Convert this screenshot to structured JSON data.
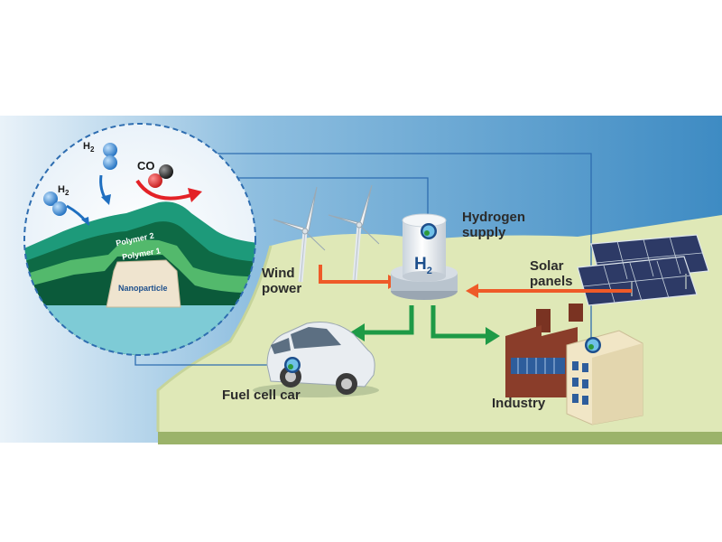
{
  "labels": {
    "hydrogen_supply_line1": "Hydrogen",
    "hydrogen_supply_line2": "supply",
    "wind_power_line1": "Wind",
    "wind_power_line2": "power",
    "solar_panels_line1": "Solar",
    "solar_panels_line2": "panels",
    "fuel_cell_car": "Fuel cell car",
    "industry": "Industry"
  },
  "tank": {
    "symbol": "H",
    "subscript": "2"
  },
  "inset": {
    "h2_symbol": "H",
    "h2_subscript": "2",
    "co_label": "CO",
    "polymer_2": "Polymer 2",
    "polymer_1": "Polymer 1",
    "nanoparticle": "Nanoparticle"
  },
  "colors": {
    "sky_blue": "#4b93c6",
    "land_green": "#dde7b4",
    "arrow_green": "#1e9a46",
    "arrow_orange": "#ee5a28",
    "connector_blue": "#2e6db0",
    "co_arrow_red": "#e32227"
  }
}
